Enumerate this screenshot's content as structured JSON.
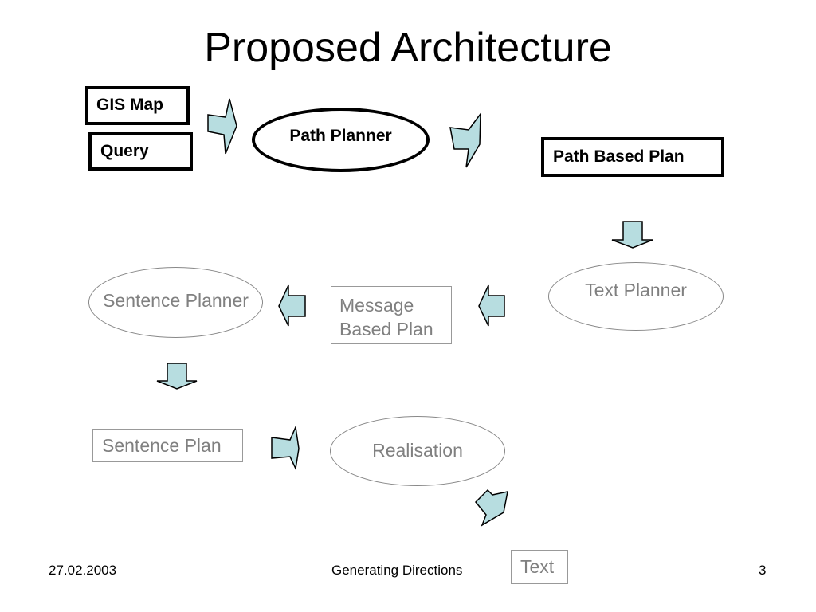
{
  "title": "Proposed Architecture",
  "nodes": {
    "gis_map": "GIS Map",
    "query": "Query",
    "path_planner": "Path Planner",
    "path_based_plan": "Path Based Plan",
    "text_planner": "Text Planner",
    "message_based_plan_line1": "Message",
    "message_based_plan_line2": "Based Plan",
    "sentence_planner": "Sentence Planner",
    "sentence_plan": "Sentence Plan",
    "realisation": "Realisation",
    "text": "Text"
  },
  "footer": {
    "date": "27.02.2003",
    "center": "Generating Directions",
    "page": "3"
  },
  "colors": {
    "arrow_fill": "#b7dde0",
    "dark": "#000000",
    "muted_text": "#808080"
  }
}
